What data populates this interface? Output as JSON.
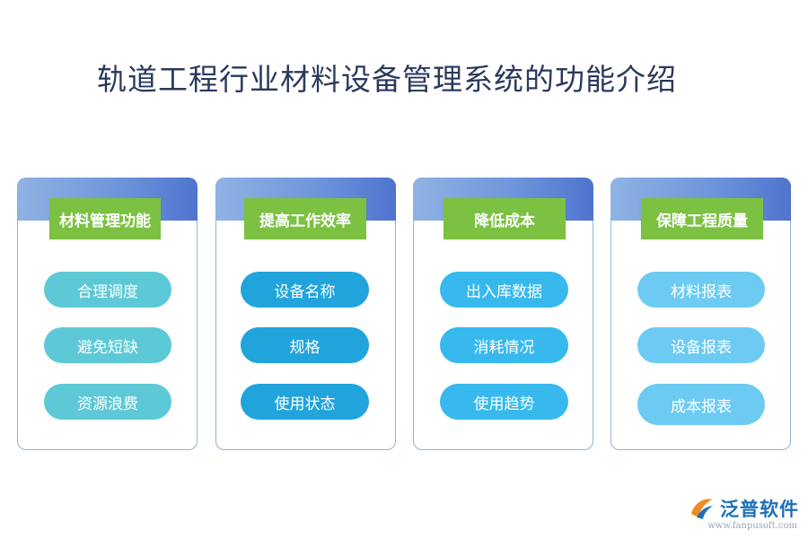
{
  "title": "轨道工程行业材料设备管理系统的功能介绍",
  "columns": [
    {
      "header": "材料管理功能",
      "items": [
        "合理调度",
        "避免短缺",
        "资源浪费"
      ]
    },
    {
      "header": "提高工作效率",
      "items": [
        "设备名称",
        "规格",
        "使用状态"
      ]
    },
    {
      "header": "降低成本",
      "items": [
        "出入库数据",
        "消耗情况",
        "使用趋势"
      ]
    },
    {
      "header": "保障工程质量",
      "items": [
        "材料报表",
        "设备报表",
        "成本报表"
      ]
    }
  ],
  "colors": {
    "header_green": "#7cc142",
    "col1_pill": "#5ec9d6",
    "col2_pill": "#21a4dc",
    "col3_pill": "#38b9ee",
    "col4_pill": "#6dcbf3"
  },
  "logo": {
    "brand": "泛普软件",
    "url": "www.fanpusoft.com",
    "icon": "fanpu-logo-icon"
  }
}
